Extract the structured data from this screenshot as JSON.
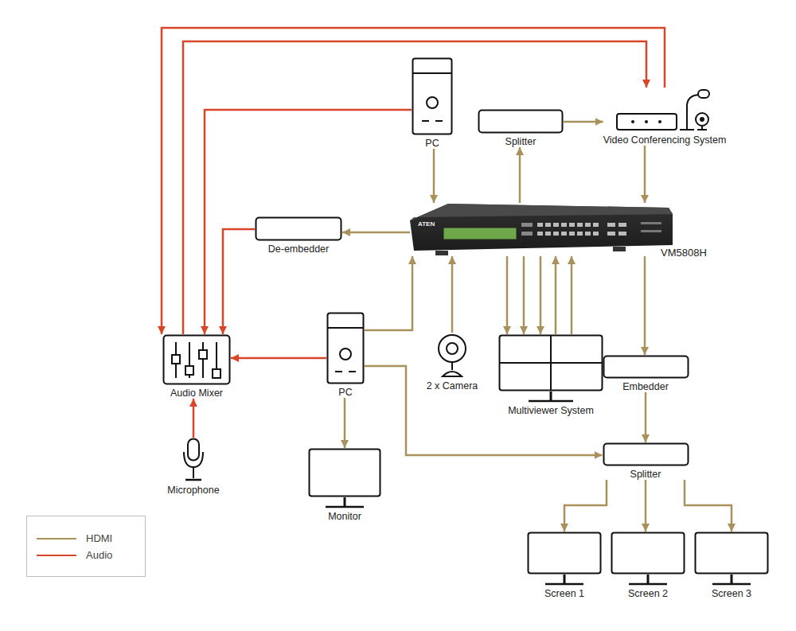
{
  "diagram": {
    "nodes": [
      {
        "text": [
          "PC"
        ]
      },
      {
        "text": [
          "Splitter"
        ]
      },
      {
        "text": [
          "Video Conferencing System"
        ]
      },
      {
        "text": [
          "VM5808H"
        ]
      },
      {
        "text": [
          "De-embedder"
        ]
      },
      {
        "text": [
          "Audio Mixer"
        ]
      },
      {
        "text": [
          "PC"
        ]
      },
      {
        "text": [
          "2 x Camera"
        ]
      },
      {
        "text": [
          "Multiviewer System"
        ]
      },
      {
        "text": [
          "Embedder"
        ]
      },
      {
        "text": [
          "Microphone"
        ]
      },
      {
        "text": [
          "Monitor"
        ]
      },
      {
        "text": [
          "Splitter"
        ]
      },
      {
        "text": [
          "Screen 1"
        ]
      },
      {
        "text": [
          "Screen 2"
        ]
      },
      {
        "text": [
          "Screen 3"
        ]
      }
    ],
    "edges": [
      {
        "from": 0,
        "to": 3,
        "arrow": "to"
      },
      {
        "from": 3,
        "to": 1,
        "arrow": "to"
      },
      {
        "from": 1,
        "to": 2,
        "arrow": "to"
      },
      {
        "from": 2,
        "to": 3,
        "arrow": "to"
      },
      {
        "from": 3,
        "to": 4,
        "arrow": "to"
      },
      {
        "from": 6,
        "to": 3,
        "arrow": "to"
      },
      {
        "from": 7,
        "to": 3,
        "arrow": "to"
      },
      {
        "from": 3,
        "to": 8,
        "arrow": "to"
      },
      {
        "from": 3,
        "to": 8,
        "arrow": "to"
      },
      {
        "from": 3,
        "to": 8,
        "arrow": "to"
      },
      {
        "from": 8,
        "to": 3,
        "arrow": "to"
      },
      {
        "from": 8,
        "to": 3,
        "arrow": "to"
      },
      {
        "from": 3,
        "to": 9,
        "arrow": "to"
      },
      {
        "from": 9,
        "to": 12,
        "arrow": "to"
      },
      {
        "from": 6,
        "to": 12,
        "arrow": "to"
      },
      {
        "from": 6,
        "to": 11,
        "arrow": "to"
      },
      {
        "from": 12,
        "to": 13,
        "arrow": "to"
      },
      {
        "from": 12,
        "to": 14,
        "arrow": "to"
      },
      {
        "from": 12,
        "to": 15,
        "arrow": "to"
      },
      {
        "from": 2,
        "to": 5,
        "arrow": "to"
      },
      {
        "from": 5,
        "to": 2,
        "arrow": "to"
      },
      {
        "from": 0,
        "to": 5,
        "arrow": "to"
      },
      {
        "from": 4,
        "to": 5,
        "arrow": "to"
      },
      {
        "from": 6,
        "to": 5,
        "arrow": "to"
      },
      {
        "from": 10,
        "to": 5,
        "arrow": "to"
      }
    ],
    "labels": [
      "ATEN"
    ],
    "legend": [
      {
        "text": "HDMI"
      },
      {
        "text": "Audio"
      }
    ]
  }
}
